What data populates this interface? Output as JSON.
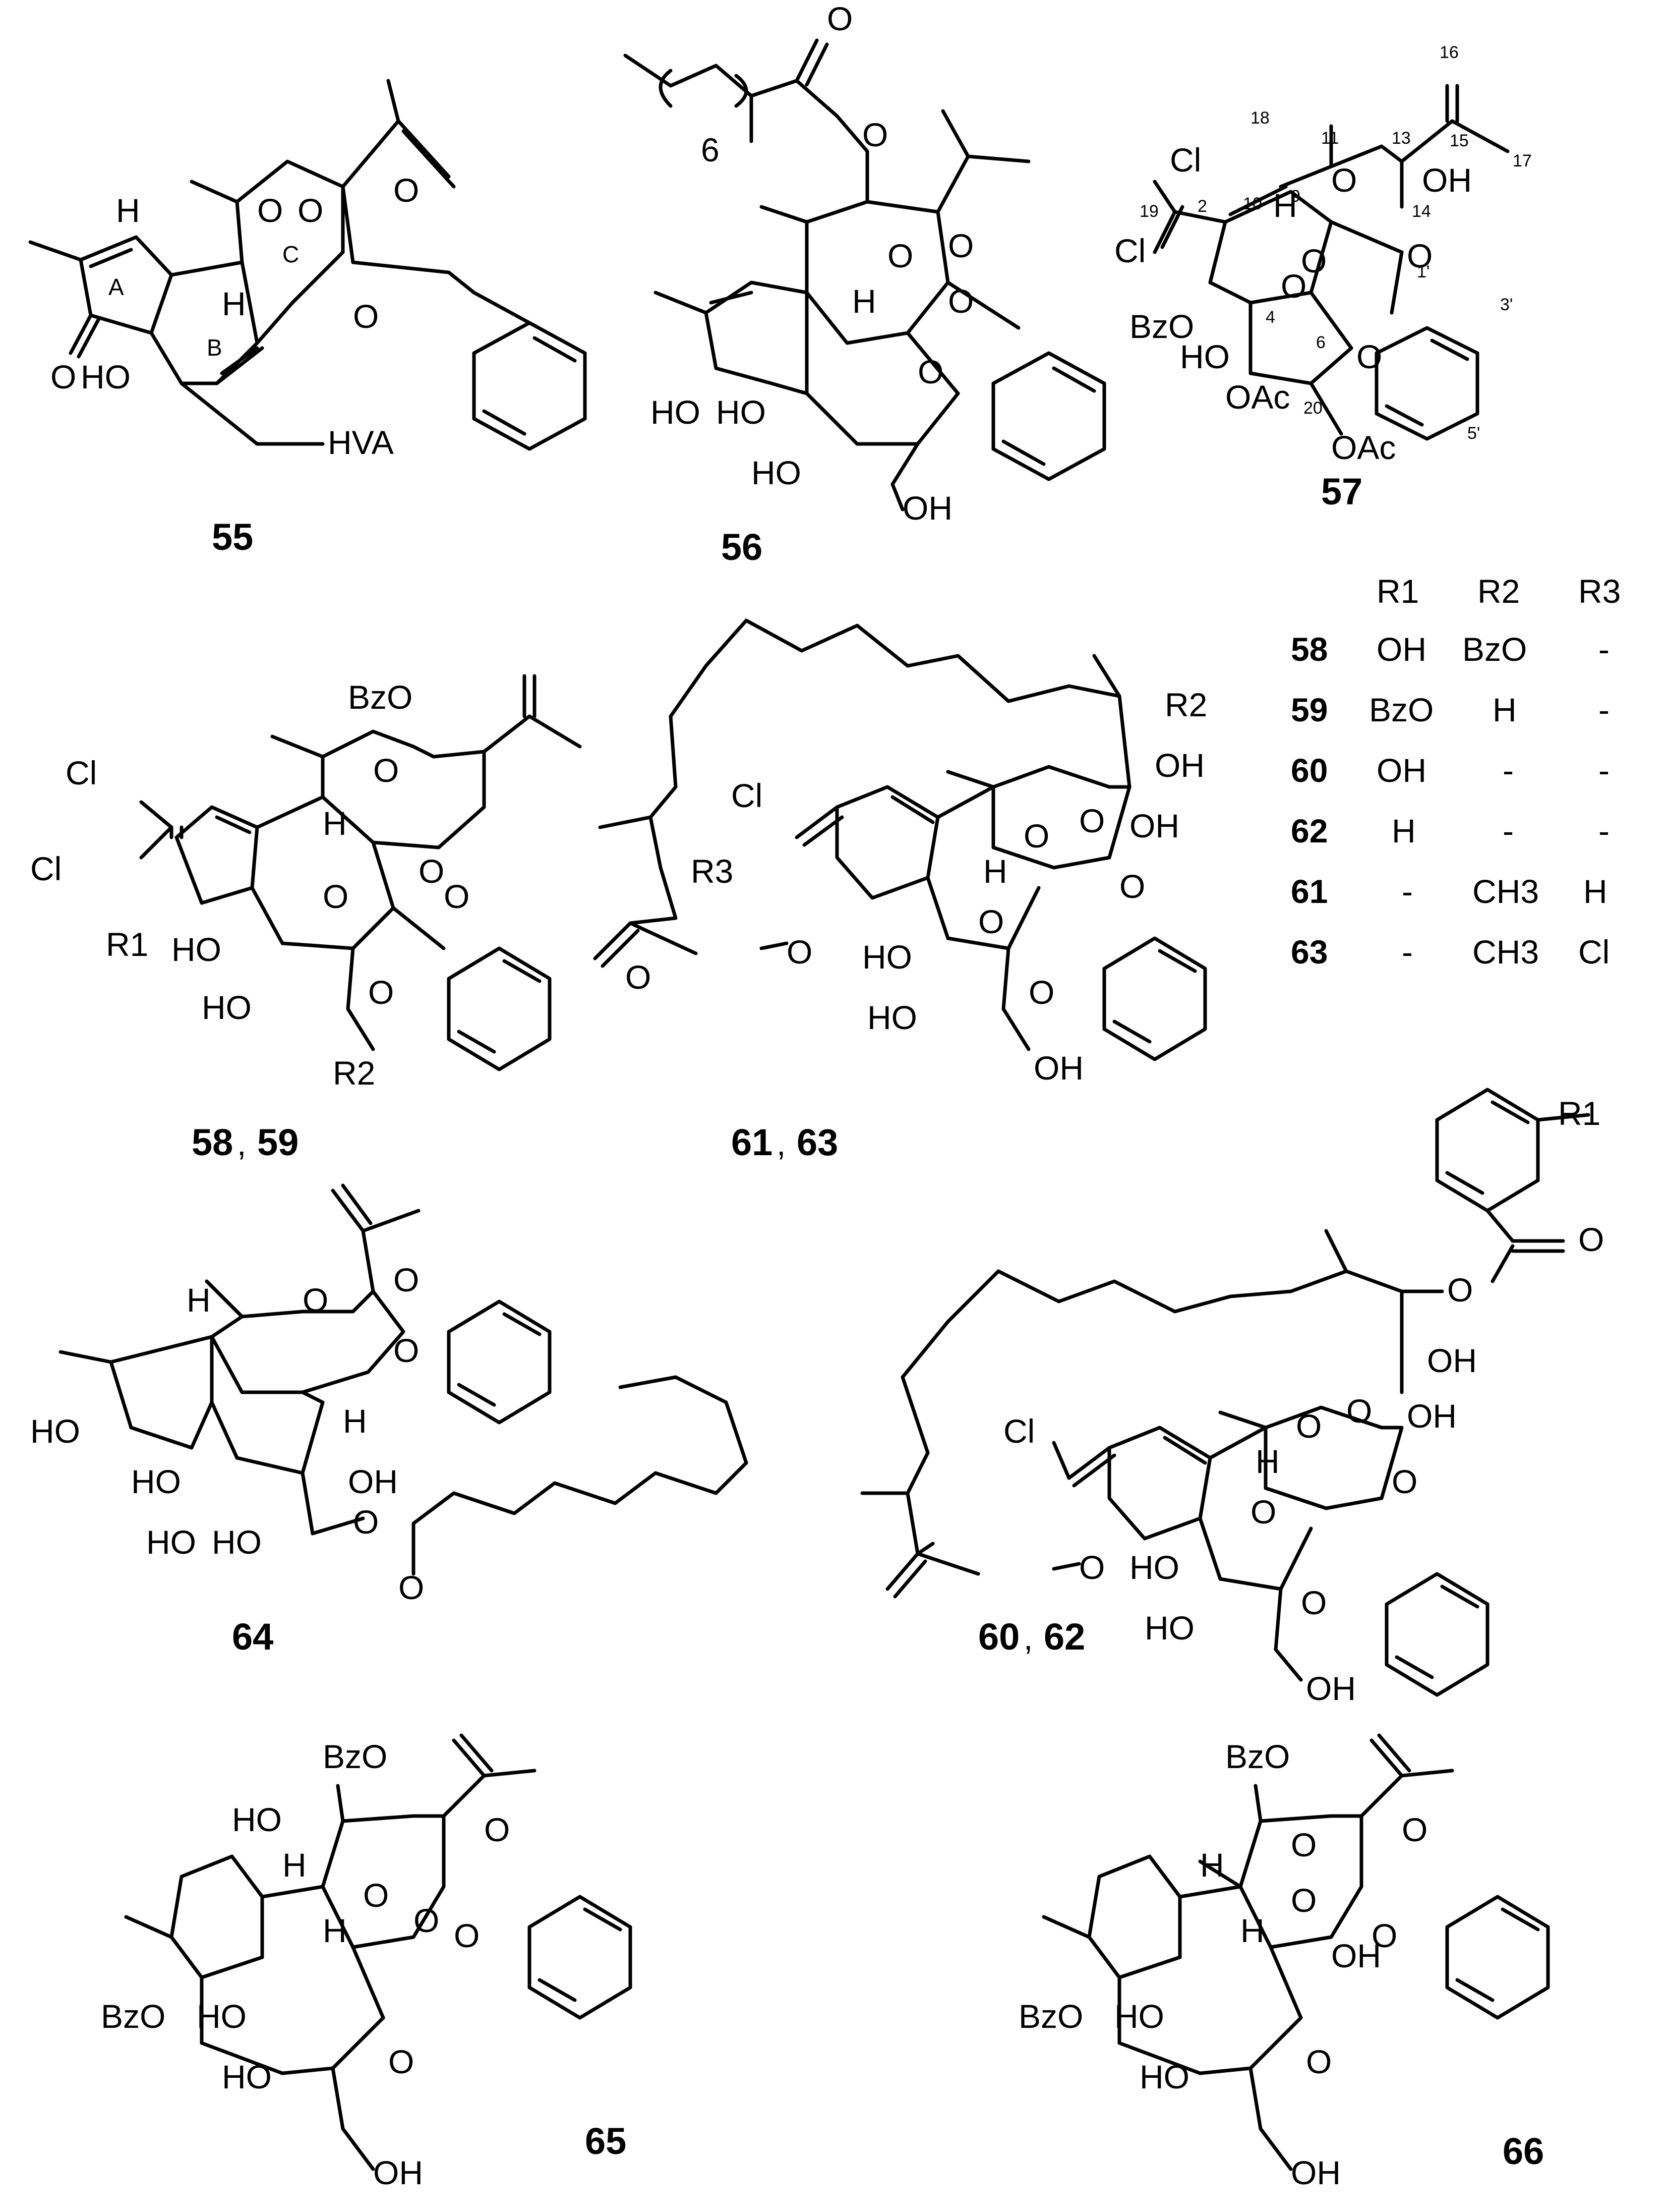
{
  "compounds": [
    {
      "id": "c55",
      "label": "55",
      "texts": [
        "H",
        "O",
        "O",
        "O",
        "O",
        "C",
        "A",
        "B",
        "H",
        "O",
        "HO",
        "HVA"
      ]
    },
    {
      "id": "c56",
      "label": "56",
      "texts": [
        "O",
        "O",
        "6",
        "O",
        "O",
        "O",
        "H",
        "O",
        "HO",
        "HO",
        "HO",
        "OH"
      ]
    },
    {
      "id": "c57",
      "label": "57",
      "texts": [
        "Cl",
        "Cl",
        "H",
        "O",
        "OH",
        "O",
        "O",
        "BzO",
        "HO",
        "O",
        "OAc",
        "OAc",
        "O"
      ],
      "numbers": [
        "16",
        "18",
        "11",
        "13",
        "15",
        "17",
        "19",
        "2",
        "10",
        "9",
        "14",
        "1'",
        "3'",
        "4",
        "6",
        "20",
        "5'"
      ]
    },
    {
      "id": "c5859",
      "label_a": "58",
      "label_b": "59",
      "texts": [
        "BzO",
        "Cl",
        "Cl",
        "H",
        "O",
        "O",
        "O",
        "O",
        "R1",
        "HO",
        "HO",
        "O",
        "R2"
      ]
    },
    {
      "id": "c6163",
      "label_a": "61",
      "label_b": "63",
      "texts": [
        "R2",
        "OH",
        "OH",
        "Cl",
        "H",
        "O",
        "O",
        "R3",
        "O",
        "O",
        "O",
        "O",
        "HO",
        "HO",
        "O",
        "OH"
      ]
    },
    {
      "id": "c64",
      "label": "64",
      "texts": [
        "O",
        "H",
        "O",
        "O",
        "HO",
        "HO",
        "H",
        "OH",
        "HO",
        "HO",
        "O",
        "O"
      ]
    },
    {
      "id": "c6062",
      "label_a": "60",
      "label_b": "62",
      "texts": [
        "R1",
        "O",
        "O",
        "OH",
        "OH",
        "Cl",
        "H",
        "O",
        "O",
        "O",
        "O",
        "O",
        "HO",
        "HO",
        "O",
        "OH"
      ]
    },
    {
      "id": "c65",
      "label": "65",
      "texts": [
        "BzO",
        "HO",
        "H",
        "O",
        "O",
        "O",
        "H",
        "O",
        "BzO",
        "HO",
        "HO",
        "O",
        "OH"
      ]
    },
    {
      "id": "c66",
      "label": "66",
      "texts": [
        "BzO",
        "O",
        "O",
        "O",
        "H",
        "O",
        "H",
        "OH",
        "BzO",
        "HO",
        "HO",
        "O",
        "OH"
      ]
    }
  ],
  "substituent_table": {
    "columns": [
      "",
      "R1",
      "R2",
      "R3"
    ],
    "rows": [
      {
        "compound": "58",
        "cells": [
          "OH",
          "BzO",
          "-"
        ]
      },
      {
        "compound": "59",
        "cells": [
          "BzO",
          "H",
          "-"
        ]
      },
      {
        "compound": "60",
        "cells": [
          "OH",
          "-",
          "-"
        ]
      },
      {
        "compound": "62",
        "cells": [
          "H",
          "-",
          "-"
        ]
      },
      {
        "compound": "61",
        "cells": [
          "-",
          "CH3",
          "H"
        ]
      },
      {
        "compound": "63",
        "cells": [
          "-",
          "CH3",
          "Cl"
        ]
      }
    ]
  }
}
